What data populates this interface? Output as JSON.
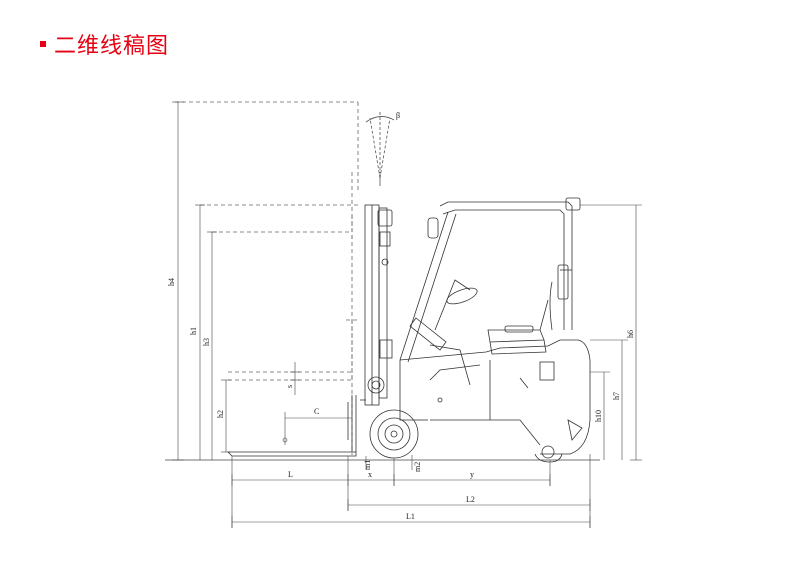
{
  "header": {
    "title": "二维线稿图",
    "accent_color": "#e60012"
  },
  "diagram": {
    "labels": {
      "beta": "β",
      "h4": "h4",
      "h1": "h1",
      "h3": "h3",
      "h2": "h2",
      "s": "s",
      "c": "C",
      "l": "L",
      "x": "x",
      "m1": "m1",
      "m2": "m2",
      "y": "y",
      "l2": "L2",
      "l1": "L1",
      "h6": "h6",
      "h7": "h7",
      "h10": "h10"
    }
  }
}
